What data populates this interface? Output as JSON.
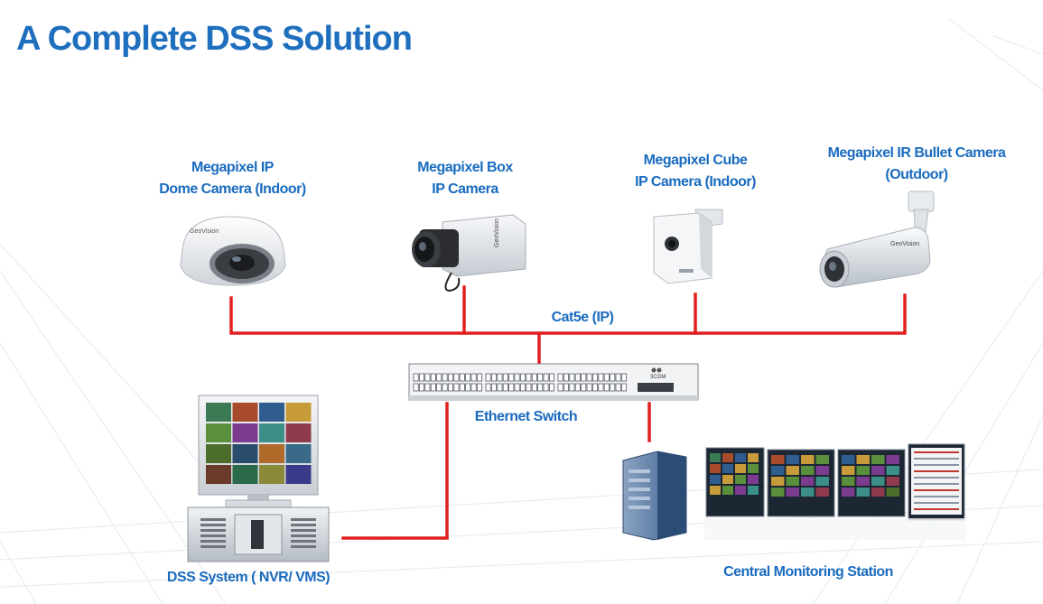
{
  "title": "A Complete DSS Solution",
  "colors": {
    "title": "#1f6fbf",
    "labels": "#1a6bbf",
    "cable": "#e02020"
  },
  "devices": {
    "dome": {
      "line1": "Megapixel IP",
      "line2": "Dome Camera (Indoor)",
      "icon": "dome-camera"
    },
    "box": {
      "line1": "Megapixel Box",
      "line2": "IP Camera",
      "icon": "box-camera"
    },
    "cube": {
      "line1": "Megapixel Cube",
      "line2": "IP Camera (Indoor)",
      "icon": "cube-camera"
    },
    "bullet": {
      "line1": "Megapixel IR Bullet Camera",
      "line2": "(Outdoor)",
      "icon": "bullet-camera"
    },
    "switch": {
      "label": "Ethernet Switch",
      "brand": "3COM",
      "icon": "ethernet-switch"
    },
    "nvr": {
      "label": "DSS System ( NVR/ VMS)",
      "icon": "dss-workstation"
    },
    "cms": {
      "label": "Central Monitoring Station",
      "icon": "monitoring-station"
    }
  },
  "cable_label": "Cat5e (IP)"
}
